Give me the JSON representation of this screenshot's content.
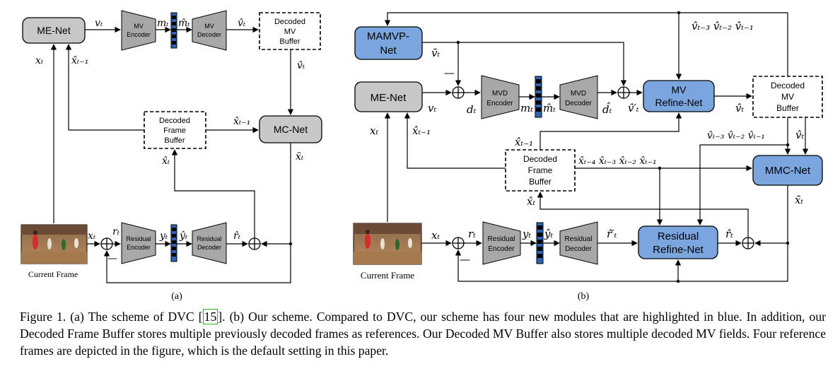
{
  "caption": {
    "prefix": "Figure 1. (a) The scheme of DVC [",
    "ref": "15",
    "suffix": "]. (b) Our scheme. Compared to DVC, our scheme has four new modules that are highlighted in blue. In addition, our Decoded Frame Buffer stores multiple previously decoded frames as references. Our Decoded MV Buffer also stores multiple decoded MV fields. Four reference frames are depicted in the figure, which is the default setting in this paper."
  },
  "panel_a": {
    "label": "(a)",
    "me_net": "ME-Net",
    "mv_encoder": [
      "MV",
      "Encoder"
    ],
    "mv_decoder": [
      "MV",
      "Decoder"
    ],
    "decoded_mv_buffer": [
      "Decoded",
      "MV",
      "Buffer"
    ],
    "decoded_frame_buffer": [
      "Decoded",
      "Frame",
      "Buffer"
    ],
    "mc_net": "MC-Net",
    "residual_encoder": [
      "Residual",
      "Encoder"
    ],
    "residual_decoder": [
      "Residual",
      "Decoder"
    ],
    "current_frame": "Current Frame",
    "symbols": {
      "v_t": "vₜ",
      "m_t": "mₜ",
      "m_hat_t": "m̂ₜ",
      "v_hat_t": "v̂ₜ",
      "v_hat_t_2": "v̂ₜ",
      "x_t": "xₜ",
      "x_hat_tm1": "x̂ₜ₋₁",
      "x_hat_tm1_2": "x̂ₜ₋₁",
      "x_hat_t": "x̂ₜ",
      "x_bar_t": "x̄ₜ",
      "x_t_2": "xₜ",
      "r_t": "rₜ",
      "y_t": "yₜ",
      "y_hat_t": "ŷₜ",
      "r_hat_t": "r̂ₜ",
      "minus": "—"
    }
  },
  "panel_b": {
    "label": "(b)",
    "mamvp_net": [
      "MAMVP-",
      "Net"
    ],
    "me_net": "ME-Net",
    "mvd_encoder": [
      "MVD",
      "Encoder"
    ],
    "mvd_decoder": [
      "MVD",
      "Decoder"
    ],
    "mv_refine_net": [
      "MV",
      "Refine-Net"
    ],
    "decoded_mv_buffer": [
      "Decoded",
      "MV",
      "Buffer"
    ],
    "decoded_frame_buffer": [
      "Decoded",
      "Frame",
      "Buffer"
    ],
    "mmc_net": "MMC-Net",
    "residual_encoder": [
      "Residual",
      "Encoder"
    ],
    "residual_decoder": [
      "Residual",
      "Decoder"
    ],
    "residual_refine_net": [
      "Residual",
      "Refine-Net"
    ],
    "current_frame": "Current Frame",
    "symbols": {
      "v_hat_top": "v̂ₜ₋₃  v̂ₜ₋₂  v̂ₜ₋₁",
      "v_bar_t": "v̄ₜ",
      "minus": "—",
      "v_t": "vₜ",
      "d_t": "dₜ",
      "m_t": "mₜ",
      "m_hat_t": "m̂ₜ",
      "d_hat_t": "d̂ₜ",
      "v_hat_prime_t": "v̂′ₜ",
      "v_hat_t": "v̂ₜ",
      "x_t": "xₜ",
      "x_hat_tm1": "x̂ₜ₋₁",
      "x_hat_tm1_top": "x̂ₜ₋₁",
      "x_hat_refs": "x̂ₜ₋₄ x̂ₜ₋₃ x̂ₜ₋₂ x̂ₜ₋₁",
      "v_hat_mid": "v̂ₜ₋₃ v̂ₜ₋₂ v̂ₜ₋₁",
      "v_hat_t_right": "v̂ₜ",
      "x_bar_t": "x̄ₜ",
      "x_hat_t": "x̂ₜ",
      "x_t_2": "xₜ",
      "r_t": "rₜ",
      "y_t": "yₜ",
      "y_hat_t": "ŷₜ",
      "r_hat_prime_t": "r̂′ₜ",
      "r_hat_t": "r̂ₜ",
      "minus2": "—"
    }
  },
  "colors": {
    "blue_fill": "#7aa5de",
    "gray_fill": "#c8c8c8",
    "quant_blue": "#2f63b8"
  }
}
